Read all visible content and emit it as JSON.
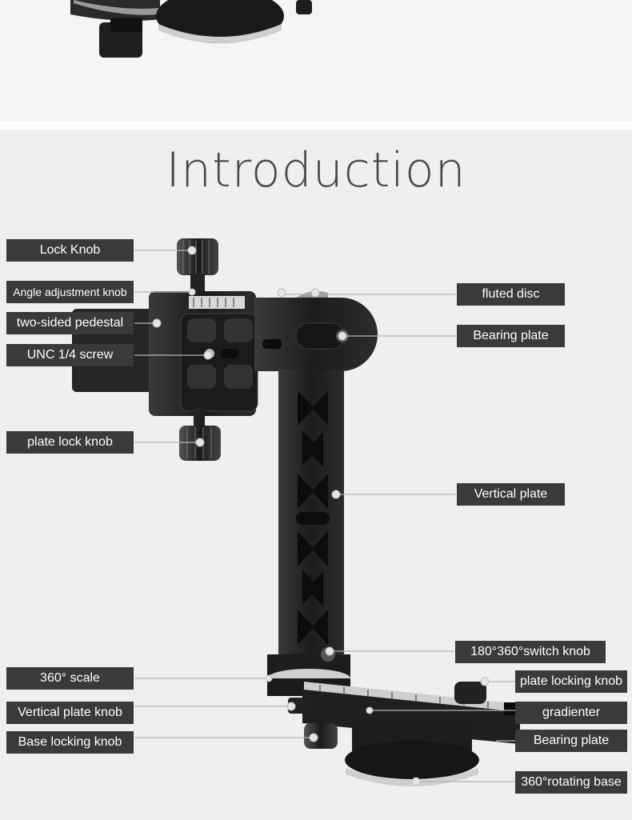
{
  "title": "Introduction",
  "labels": {
    "lock_knob": "Lock Knob",
    "angle_adjustment_knob": "Angle adjustment knob",
    "two_sided_pedestal": "two-sided pedestal",
    "unc_screw": "UNC 1/4 screw",
    "plate_lock_knob": "plate lock knob",
    "fluted_disc": "fluted disc",
    "bearing_plate_upper": "Bearing plate",
    "vertical_plate": "Vertical plate",
    "switch_knob": "180°360°switch knob",
    "scale_360": "360°  scale",
    "vertical_plate_knob": "Vertical plate knob",
    "base_locking_knob": "Base locking knob",
    "plate_locking_knob": "plate locking knob",
    "gradienter": "gradienter",
    "bearing_plate_lower": "Bearing plate",
    "rotating_base": "360°rotating base"
  },
  "colors": {
    "label_bg": "#3a3a3a",
    "label_text": "#ffffff",
    "background": "#efefef",
    "metal": "#1e1e1e",
    "leader": "#b5b5b5"
  }
}
